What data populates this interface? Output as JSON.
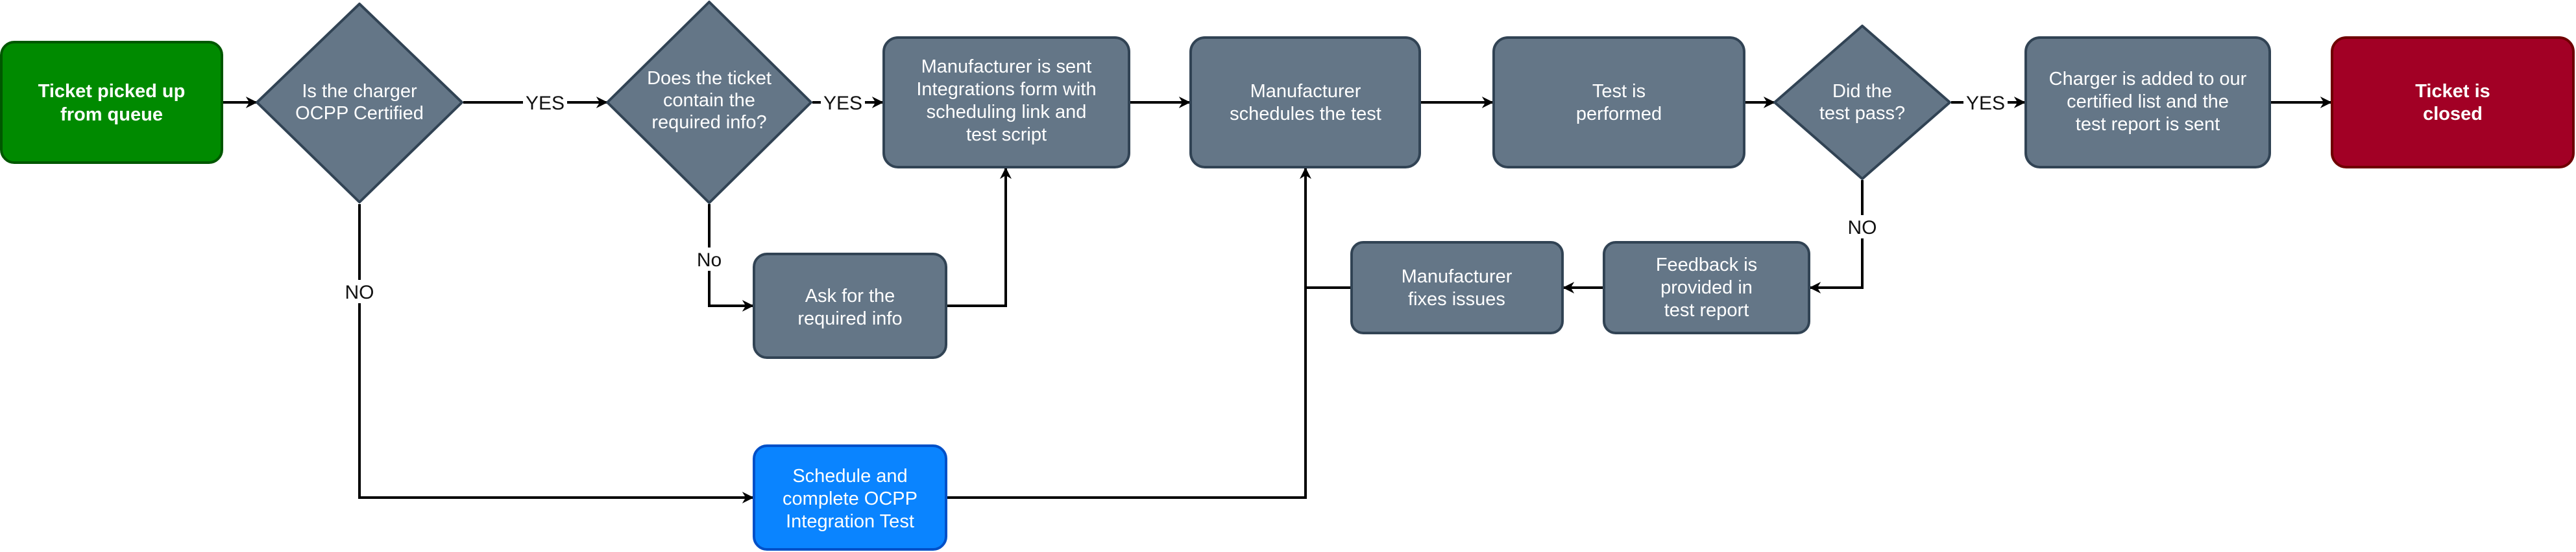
{
  "colors": {
    "gray_fill": "#647687",
    "gray_stroke": "#314354",
    "green_fill": "#008a00",
    "green_stroke": "#005700",
    "blue_fill": "#0a84ff",
    "blue_stroke": "#0050c8",
    "red_fill": "#a20025",
    "red_stroke": "#6f0000",
    "line": "#000000"
  },
  "nodes": {
    "ticket_picked_up": {
      "lines": [
        "Ticket picked up",
        "from queue"
      ]
    },
    "is_ocpp_certified": {
      "lines": [
        "Is the charger",
        "OCPP Certified"
      ]
    },
    "ticket_contains_info": {
      "lines": [
        "Does the ticket",
        "contain the",
        "required info?"
      ]
    },
    "integrations_form_sent": {
      "lines": [
        "Manufacturer is sent",
        "Integrations form with",
        "scheduling link and",
        "test script"
      ]
    },
    "manufacturer_schedules": {
      "lines": [
        "Manufacturer",
        "schedules the test"
      ]
    },
    "test_performed": {
      "lines": [
        "Test is",
        "performed"
      ]
    },
    "did_test_pass": {
      "lines": [
        "Did the",
        "test pass?"
      ]
    },
    "charger_added": {
      "lines": [
        "Charger is added to our",
        "certified list and the",
        "test report is sent"
      ]
    },
    "ticket_closed": {
      "lines": [
        "Ticket is",
        "closed"
      ]
    },
    "ask_required_info": {
      "lines": [
        "Ask for the",
        "required info"
      ]
    },
    "feedback_provided": {
      "lines": [
        "Feedback is",
        "provided in",
        "test report"
      ]
    },
    "manufacturer_fixes": {
      "lines": [
        "Manufacturer",
        "fixes issues"
      ]
    },
    "schedule_ocpp_test": {
      "lines": [
        "Schedule and",
        "complete OCPP",
        "Integration Test"
      ]
    }
  },
  "edge_labels": {
    "yes_1": "YES",
    "yes_2": "YES",
    "yes_3": "YES",
    "no_1": "NO",
    "no_2": "No",
    "no_3": "NO"
  }
}
